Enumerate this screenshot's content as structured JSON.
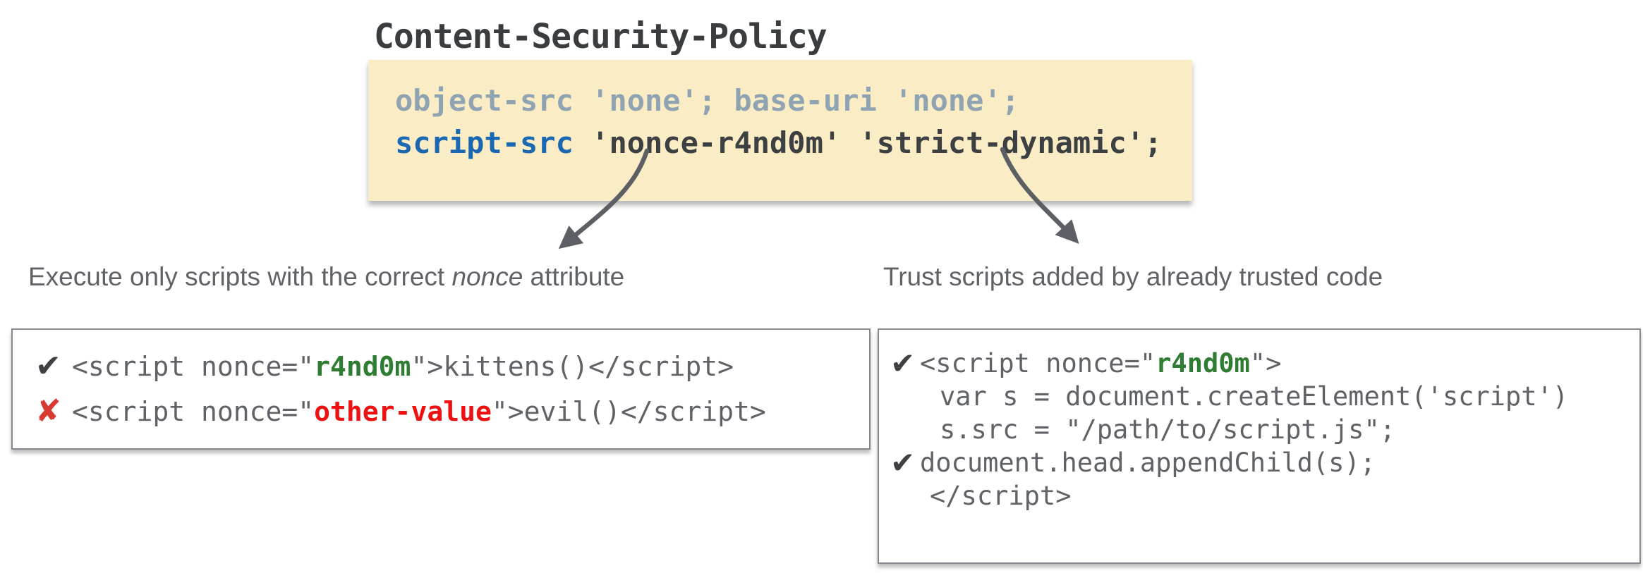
{
  "title": "Content-Security-Policy",
  "colors": {
    "policy_bg": "#FAEDC5",
    "muted_directive": "#8FA3B2",
    "script_src_blue": "#1A68B2",
    "policy_text_dark": "#3C4043",
    "code_gray": "#5F6368",
    "nonce_green": "#2E7D32",
    "bad_value_red": "#EE1111",
    "cross_red": "#D93A2F",
    "arrow_gray": "#5C6064"
  },
  "policy_box": {
    "line1": "object-src 'none'; base-uri 'none';",
    "line2_directive": "script-src",
    "line2_rest": " 'nonce-r4nd0m' 'strict-dynamic';"
  },
  "annotations": {
    "left_label": {
      "pre": "Execute only scripts with the correct ",
      "em": "nonce",
      "post": " attribute"
    },
    "right_label": "Trust scripts added by already trusted code"
  },
  "icons": {
    "check": "✔",
    "cross": "✘"
  },
  "left_box": {
    "rows": [
      {
        "mark": "✔",
        "pre": "<script nonce=\"",
        "value": "r4nd0m",
        "post": "\">kittens()</script>"
      },
      {
        "mark": "✘",
        "pre": "<script nonce=\"",
        "value": "other-value",
        "post": "\">evil()</script>"
      }
    ]
  },
  "right_box": {
    "lines": [
      {
        "mark": "✔",
        "pre": "<script nonce=\"",
        "value": "r4nd0m",
        "post": "\">"
      },
      {
        "mark": "",
        "code": "var s = document.createElement('script')"
      },
      {
        "mark": "",
        "code": "s.src = \"/path/to/script.js\";"
      },
      {
        "mark": "✔",
        "code": "document.head.appendChild(s);"
      },
      {
        "mark": "",
        "code": "</script>"
      }
    ]
  }
}
